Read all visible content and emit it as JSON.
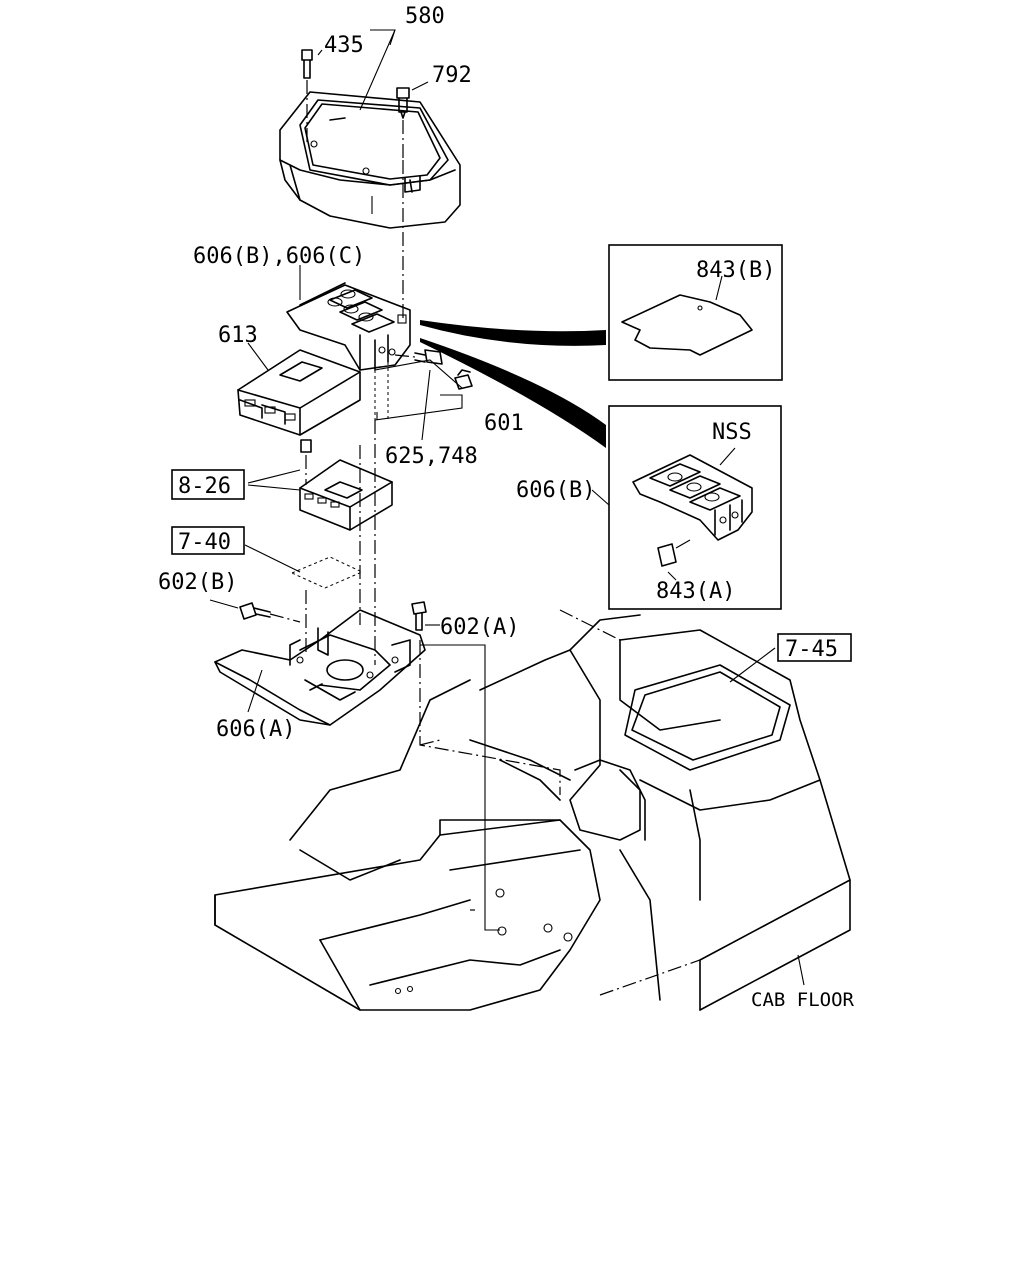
{
  "labels": {
    "p580": "580",
    "p435": "435",
    "p792": "792",
    "p606bc": "606(B),606(C)",
    "p843b": "843(B)",
    "p613": "613",
    "p601": "601",
    "p625": "625,748",
    "pnss": "NSS",
    "p606b": "606(B)",
    "p843a": "843(A)",
    "p602b": "602(B)",
    "p602a": "602(A)",
    "p606a": "606(A)",
    "cab_floor": "CAB FLOOR"
  },
  "refs": {
    "r826": "8-26",
    "r740": "7-40",
    "r745": "7-45"
  }
}
